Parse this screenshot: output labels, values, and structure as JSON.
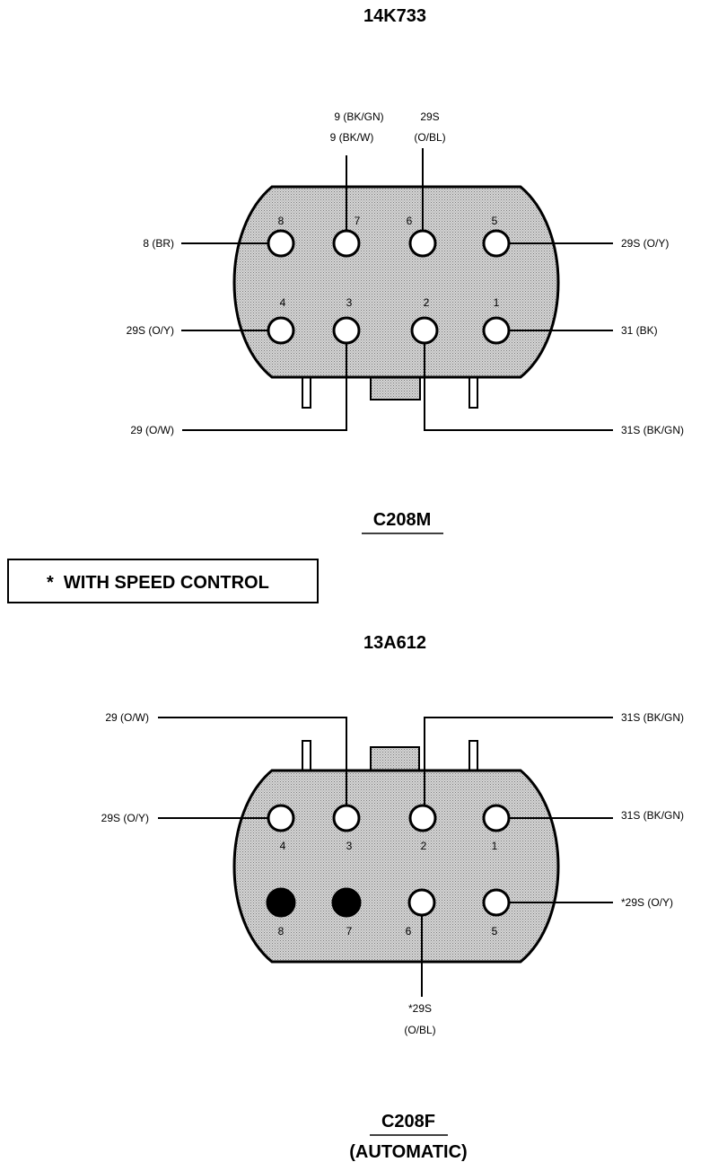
{
  "top_connector": {
    "title": "14K733",
    "name": "C208M",
    "pins": [
      "1",
      "2",
      "3",
      "4",
      "5",
      "6",
      "7",
      "8"
    ],
    "labels": {
      "pin7_line1": "9 (BK/GN)",
      "pin7_line2": "9 (BK/W)",
      "pin6_line1": "29S",
      "pin6_line2": "(O/BL)",
      "pin8": "8 (BR)",
      "pin5": "29S (O/Y)",
      "pin4": "29S (O/Y)",
      "pin1": "31 (BK)",
      "pin3": "29 (O/W)",
      "pin2": "31S (BK/GN)"
    }
  },
  "note": {
    "text": "*  WITH SPEED CONTROL"
  },
  "bottom_connector": {
    "title": "13A612",
    "name": "C208F",
    "subtitle": "(AUTOMATIC)",
    "pins": [
      "1",
      "2",
      "3",
      "4",
      "5",
      "6",
      "7",
      "8"
    ],
    "labels": {
      "pin3": "29 (O/W)",
      "pin2": "31S (BK/GN)",
      "pin4": "29S (O/Y)",
      "pin1": "31S (BK/GN)",
      "pin5": "*29S (O/Y)",
      "pin6_line1": "*29S",
      "pin6_line2": "(O/BL)"
    }
  },
  "colors": {
    "line": "#000000",
    "body_fill": "#c8c8c8",
    "pin_fill": "#ffffff",
    "plugged_pin_fill": "#000000",
    "background": "#ffffff"
  }
}
